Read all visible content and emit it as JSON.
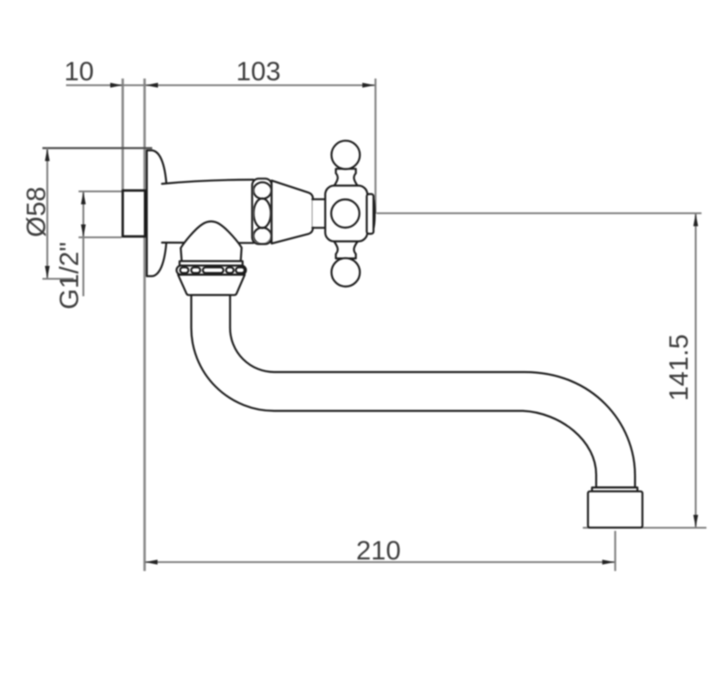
{
  "title": "Wall-mounted faucet — dimensioned technical drawing",
  "diagram": {
    "type": "engineering dimension drawing, side elevation",
    "subject": "wall-mount tap with cross handle and S-shaped down-turned spout",
    "units": "mm",
    "background_color": "#ffffff",
    "outline_color": "#1c1c1c",
    "dimension_line_color": "#7e7e7e",
    "wall_line_color": "#878787",
    "arrow_color": "#242424",
    "label_color": "#3d3d3d"
  },
  "labels": {
    "wall_thickness": "10",
    "wall_to_handle_end": "103",
    "flange_diameter": "Ø58",
    "inlet_thread": "G1/2\"",
    "axis_to_spout_outlet": "141.5",
    "wall_to_outlet_center": "210"
  },
  "parts": {
    "wall": "mounting wall (section lines)",
    "inlet": "G1/2\" threaded inlet through wall",
    "flange": "Ø58 wall escutcheon flange",
    "body": "valve body",
    "bonnet_ring": "knurled bonnet ring",
    "handle": "cross handle",
    "spout_nut": "knurled swivel spout nut",
    "spout": "S-shaped down-turned spout tube",
    "aerator": "spout outlet aerator"
  }
}
